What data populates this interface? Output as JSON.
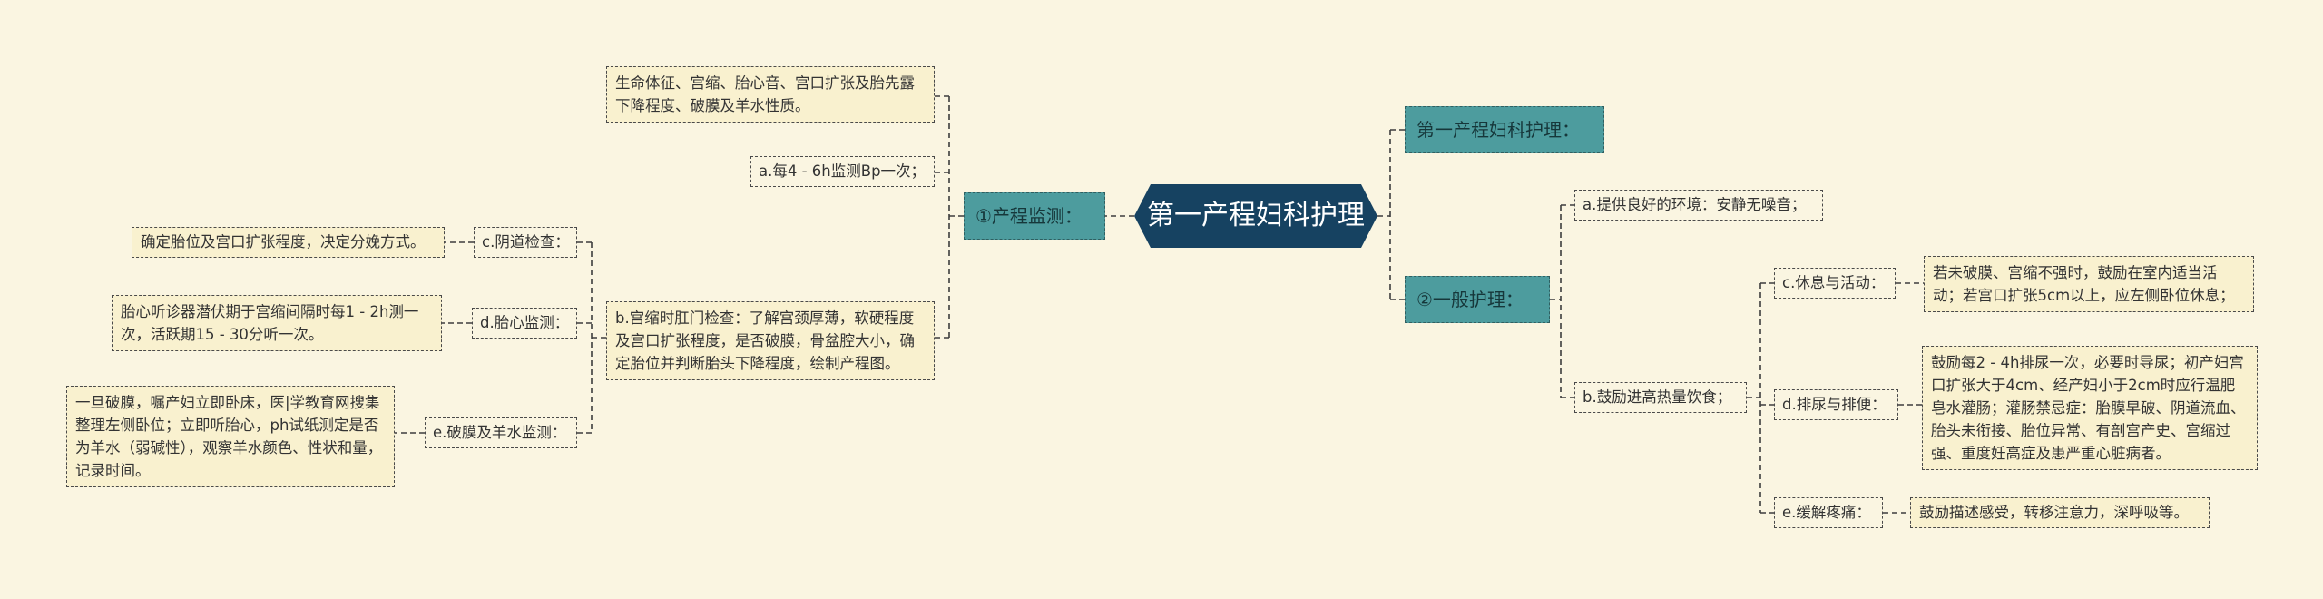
{
  "root": {
    "title": "第一产程妇科护理"
  },
  "right": {
    "branch1": {
      "label": "第一产程妇科护理："
    },
    "branch2": {
      "label": "②一般护理：",
      "item_a": {
        "label": "a.提供良好的环境：安静无噪音；"
      },
      "item_b": {
        "label": "b.鼓励进高热量饮食；",
        "c": {
          "label": "c.休息与活动：",
          "detail": "若未破膜、宫缩不强时，鼓励在室内适当活动；若宫口扩张5cm以上，应左侧卧位休息；"
        },
        "d": {
          "label": "d.排尿与排便：",
          "detail": "鼓励每2 - 4h排尿一次，必要时导尿；初产妇宫口扩张大于4cm、经产妇小于2cm时应行温肥皂水灌肠；灌肠禁忌症：胎膜早破、阴道流血、胎头未衔接、胎位异常、有剖宫产史、宫缩过强、重度妊高症及患严重心脏病者。"
        },
        "e": {
          "label": "e.缓解疼痛：",
          "detail": "鼓励描述感受，转移注意力，深呼吸等。"
        }
      }
    }
  },
  "left": {
    "branch": {
      "label": "①产程监测："
    },
    "vitals": {
      "text": "生命体征、宫缩、胎心音、宫口扩张及胎先露下降程度、破膜及羊水性质。"
    },
    "item_a": {
      "text": "a.每4 - 6h监测Bp一次；"
    },
    "item_b": {
      "text": "b.宫缩时肛门检查：了解宫颈厚薄，软硬程度及宫口扩张程度，是否破膜，骨盆腔大小，确定胎位并判断胎头下降程度，绘制产程图。",
      "c": {
        "label": "c.阴道检查：",
        "detail": "确定胎位及宫口扩张程度，决定分娩方式。"
      },
      "d": {
        "label": "d.胎心监测：",
        "detail": "胎心听诊器潜伏期于宫缩间隔时每1 - 2h测一次，活跃期15 - 30分听一次。"
      },
      "e": {
        "label": "e.破膜及羊水监测：",
        "detail": "一旦破膜，嘱产妇立即卧床，医|学教育网搜集整理左侧卧位；立即听胎心，ph试纸测定是否为羊水（弱碱性），观察羊水颜色、性状和量，记录时间。"
      }
    }
  }
}
